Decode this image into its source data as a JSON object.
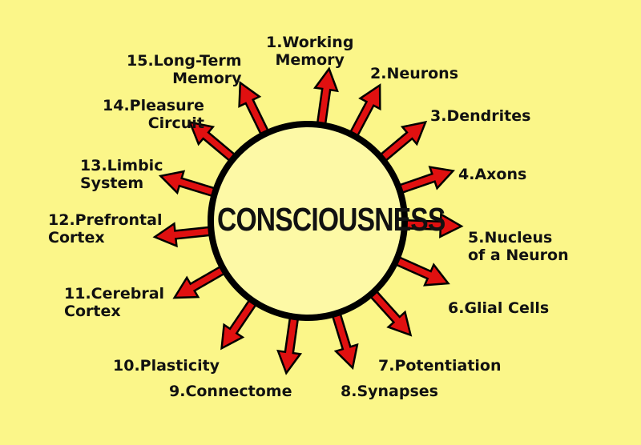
{
  "center": {
    "label": "CONSCIOUSNESS"
  },
  "colors": {
    "background": "#fbf689",
    "circle_fill": "#fdf9a6",
    "circle_stroke": "#000000",
    "arrow": "#e01010"
  },
  "items": [
    {
      "label": "1.Working\nMemory"
    },
    {
      "label": "2.Neurons"
    },
    {
      "label": "3.Dendrites"
    },
    {
      "label": "4.Axons"
    },
    {
      "label": "5.Nucleus\nof a Neuron"
    },
    {
      "label": "6.Glial Cells"
    },
    {
      "label": "7.Potentiation"
    },
    {
      "label": "8.Synapses"
    },
    {
      "label": "9.Connectome"
    },
    {
      "label": "10.Plasticity"
    },
    {
      "label": "11.Cerebral\nCortex"
    },
    {
      "label": "12.Prefrontal\nCortex"
    },
    {
      "label": "13.Limbic\nSystem"
    },
    {
      "label": "14.Pleasure\nCircuit"
    },
    {
      "label": "15.Long-Term\nMemory"
    }
  ]
}
